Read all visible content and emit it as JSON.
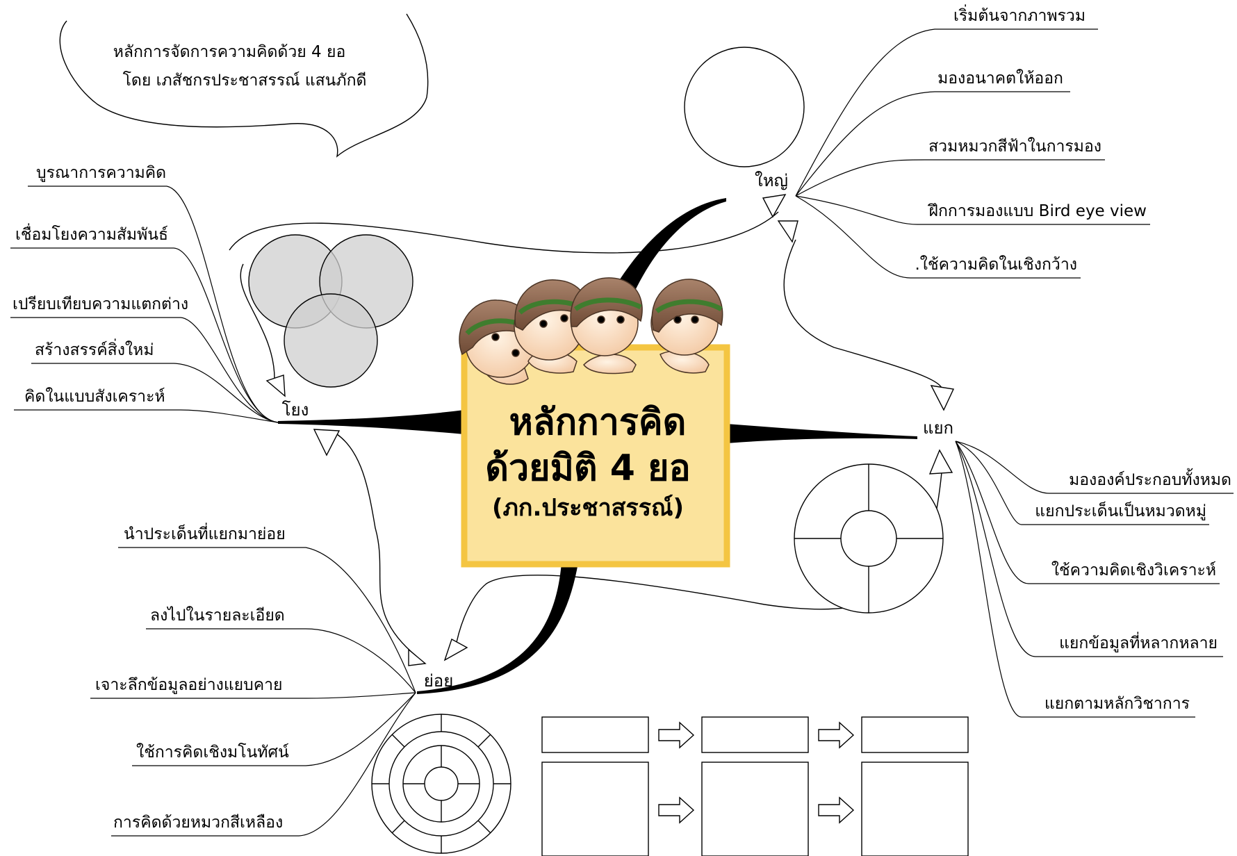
{
  "note_cloud": {
    "line1": "หลักการจัดการความคิดด้วย 4 ยอ",
    "line2": "โดย เภสัชกรประชาสรรณ์ แสนภักดี"
  },
  "center": {
    "line1": "หลักการคิด",
    "line2": "ด้วยมิติ 4 ยอ",
    "line3": "(ภก.ประชาสรรณ์)",
    "fill_color": "#fbe39c",
    "border_color": "#f4c542"
  },
  "hubs": {
    "yai": "ใหญ่",
    "yaek": "แยก",
    "yoi": "ย่อย",
    "yong": "โยง"
  },
  "branches": {
    "yai": [
      "เริ่มต้นจากภาพรวม",
      "มองอนาคตให้ออก",
      "สวมหมวกสีฟ้าในการมอง",
      "ฝึกการมองแบบ Bird eye view",
      ".ใช้ความคิดในเชิงกว้าง"
    ],
    "yaek": [
      "มององค์ประกอบทั้งหมด",
      "แยกประเด็นเป็นหมวดหมู่",
      "ใช้ความคิดเชิงวิเคราะห์",
      "แยกข้อมูลที่หลากหลาย",
      "แยกตามหลักวิชาการ"
    ],
    "yoi": [
      "นำประเด็นที่แยกมาย่อย",
      "ลงไปในรายละเอียด",
      "เจาะลึกข้อมูลอย่างแยบคาย",
      "ใช้การคิดเชิงมโนทัศน์",
      "การคิดด้วยหมวกสีเหลือง"
    ],
    "yong": [
      "บูรณาการความคิด",
      "เชื่อมโยงความสัมพันธ์",
      "เปรียบเทียบความแตกต่าง",
      "สร้างสรรค์สิ่งใหม่",
      "คิดในแบบสังเคราะห์"
    ]
  },
  "illustrations": {
    "characters": "four-kids-with-laurel-wreaths",
    "yai_icon": "single-circle",
    "yaek_icon": "divided-ring",
    "yoi_icon": "segmented-concentric-rings",
    "yong_icon": "venn-three-circles",
    "flow_icon": "box-arrow-sequence"
  }
}
